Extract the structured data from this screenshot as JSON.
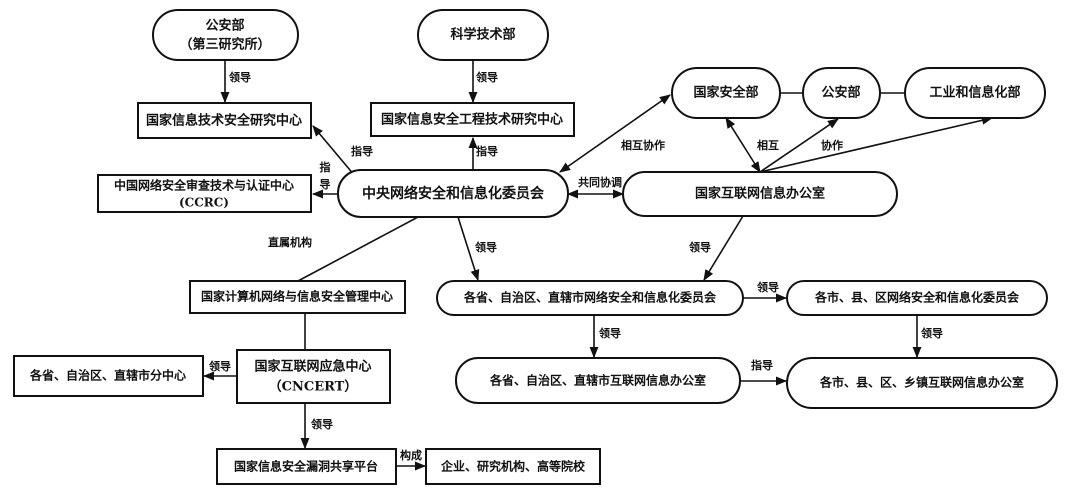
{
  "nodes": {
    "mps_third": {
      "line1": "公安部",
      "line2": "（第三研究所）"
    },
    "most": "科学技术部",
    "itsec_center": "国家信息技术安全研究中心",
    "iseng_center": "国家信息安全工程技术研究中心",
    "ccrc": {
      "line1": "中国网络安全审查技术与认证中心",
      "line2": "(CCRC)"
    },
    "central_commission": "中央网络安全和信息化委员会",
    "mss": "国家安全部",
    "mps": "公安部",
    "miit": "工业和信息化部",
    "cac": "国家互联网信息办公室",
    "cncert_parent": "国家计算机网络与信息安全管理中心",
    "prov_commission": "各省、自治区、直辖市网络安全和信息化委员会",
    "city_commission": "各市、县、区网络安全和信息化委员会",
    "cncert": {
      "line1": "国家互联网应急中心",
      "line2": "（CNCERT）"
    },
    "prov_branches": "各省、自治区、直辖市分中心",
    "prov_office": "各省、自治区、直辖市互联网信息办公室",
    "city_office": "各市、县、区、乡镇互联网信息办公室",
    "vuln_platform": "国家信息安全漏洞共享平台",
    "members": "企业、研究机构、高等院校"
  },
  "edge_labels": {
    "lead": "领导",
    "guide": "指导",
    "guide_v1": "指",
    "guide_v2": "导",
    "affiliated": "直属机构",
    "cooperate": "相互协作",
    "coordinate": "共同协调",
    "mutual": "相互",
    "collab": "协作",
    "compose": "构成"
  }
}
